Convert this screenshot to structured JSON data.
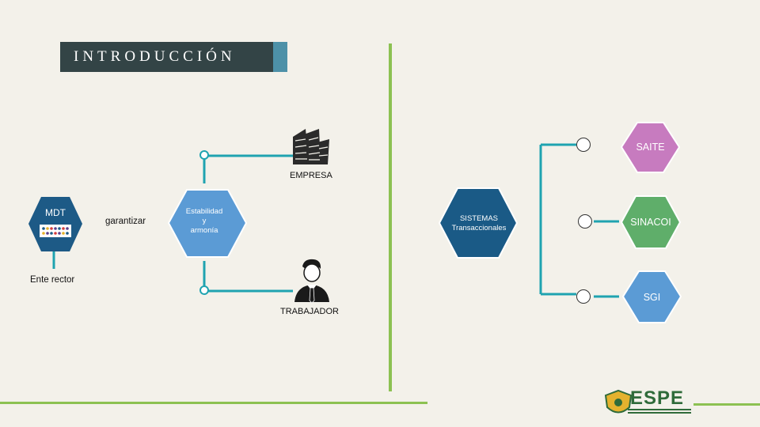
{
  "header": {
    "title": "INTRODUCCIÓN"
  },
  "nodes": {
    "mdt": {
      "label": "MDT"
    },
    "ente_rector": {
      "label": "Ente rector"
    },
    "garantizar": {
      "label": "garantizar"
    },
    "estabilidad": {
      "line1": "Estabilidad",
      "line2": "y",
      "line3": "armonía"
    },
    "empresa": {
      "label": "EMPRESA"
    },
    "trabajador": {
      "label": "TRABAJADOR"
    },
    "sistemas": {
      "line1": "SISTEMAS",
      "line2": "Transaccionales"
    },
    "saite": {
      "label": "SAITE"
    },
    "sinacoi": {
      "label": "SINACOI"
    },
    "sgi": {
      "label": "SGI"
    }
  },
  "logo": {
    "text": "ESPE"
  },
  "colors": {
    "title_bg": "#334446",
    "title_accent": "#4d91a8",
    "connector": "#1fa3b0",
    "divider_green": "#8cc152",
    "mdt_blue": "#1d5a86",
    "estabilidad_blue": "#5b9bd5",
    "sistemas_blue": "#1a5a86",
    "saite_purple": "#c77bbf",
    "sinacoi_green": "#5fae6a",
    "sgi_blue": "#5b9bd5"
  }
}
